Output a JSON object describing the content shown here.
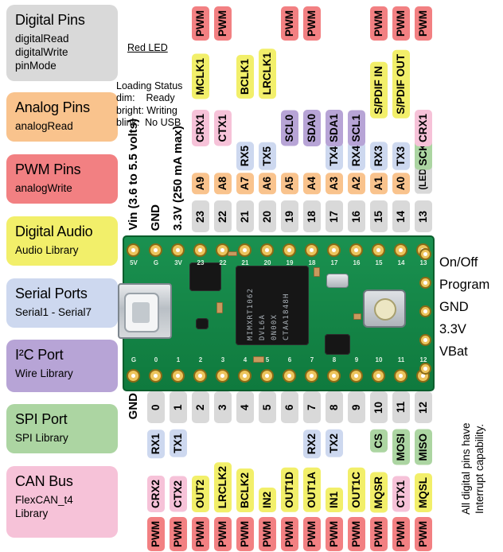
{
  "palette": {
    "digital": "#d9d9d9",
    "analog": "#f9c38d",
    "pwm": "#f28082",
    "audio": "#f2ef6a",
    "serial": "#cdd8ef",
    "i2c": "#b7a4d6",
    "spi": "#acd5a2",
    "can": "#f6c2d8",
    "board": "#128443"
  },
  "legend": [
    {
      "title": "Digital Pins",
      "lines": [
        "digitalRead",
        "digitalWrite",
        "pinMode"
      ],
      "kind": "digital"
    },
    {
      "title": "Analog Pins",
      "lines": [
        "analogRead"
      ],
      "kind": "analog"
    },
    {
      "title": "PWM Pins",
      "lines": [
        "analogWrite"
      ],
      "kind": "pwm"
    },
    {
      "title": "Digital Audio",
      "lines": [
        "Audio Library"
      ],
      "kind": "audio"
    },
    {
      "title": "Serial Ports",
      "lines": [
        "Serial1 - Serial7"
      ],
      "kind": "serial"
    },
    {
      "title": "I²C Port",
      "lines": [
        "Wire Library"
      ],
      "kind": "i2c"
    },
    {
      "title": "SPI Port",
      "lines": [
        "SPI Library"
      ],
      "kind": "spi"
    },
    {
      "title": "CAN Bus",
      "lines": [
        "FlexCAN_t4",
        "Library"
      ],
      "kind": "can"
    }
  ],
  "led_note": {
    "title": "Red LED",
    "lines": [
      "Loading Status",
      "dim:    Ready",
      "bright: Writing",
      "blink:  No USB"
    ]
  },
  "right_labels": [
    "On/Off",
    "Program",
    "GND",
    "3.3V",
    "VBat"
  ],
  "interrupt_note": "All digital pins have\nInterrupt capability.",
  "top_pins": {
    "columns": [
      {
        "pin": "Vin",
        "labels": [
          {
            "t": "Vin (3.6 to 5.5 volts)",
            "k": "plain",
            "b": "num"
          }
        ]
      },
      {
        "pin": "GND",
        "labels": [
          {
            "t": "GND",
            "k": "plain",
            "b": "num"
          }
        ]
      },
      {
        "pin": "3.3V",
        "labels": [
          {
            "t": "3.3V (250 mA max)",
            "k": "plain",
            "b": "num"
          }
        ]
      },
      {
        "pin": "23",
        "labels": [
          {
            "t": "23",
            "k": "num",
            "b": "num"
          },
          {
            "t": "A9",
            "k": "analog",
            "b": "a"
          },
          {
            "t": "CRX1",
            "k": "can",
            "b": "b2"
          },
          {
            "t": "MCLK1",
            "k": "audio",
            "b": "audio"
          },
          {
            "t": "PWM",
            "k": "pwm",
            "b": "pwm"
          }
        ]
      },
      {
        "pin": "22",
        "labels": [
          {
            "t": "22",
            "k": "num",
            "b": "num"
          },
          {
            "t": "A8",
            "k": "analog",
            "b": "a"
          },
          {
            "t": "CTX1",
            "k": "can",
            "b": "b2"
          },
          {
            "t": "PWM",
            "k": "pwm",
            "b": "pwm"
          }
        ]
      },
      {
        "pin": "21",
        "labels": [
          {
            "t": "21",
            "k": "num",
            "b": "num"
          },
          {
            "t": "A7",
            "k": "analog",
            "b": "a"
          },
          {
            "t": "RX5",
            "k": "serial",
            "b": "b1"
          },
          {
            "t": "BCLK1",
            "k": "audio",
            "b": "audio"
          }
        ]
      },
      {
        "pin": "20",
        "labels": [
          {
            "t": "20",
            "k": "num",
            "b": "num"
          },
          {
            "t": "A6",
            "k": "analog",
            "b": "a"
          },
          {
            "t": "TX5",
            "k": "serial",
            "b": "b1"
          },
          {
            "t": "LRCLK1",
            "k": "audio",
            "b": "audio"
          }
        ]
      },
      {
        "pin": "19",
        "labels": [
          {
            "t": "19",
            "k": "num",
            "b": "num"
          },
          {
            "t": "A5",
            "k": "analog",
            "b": "a"
          },
          {
            "t": "SCL0",
            "k": "i2c",
            "b": "b2"
          },
          {
            "t": "PWM",
            "k": "pwm",
            "b": "pwm"
          }
        ]
      },
      {
        "pin": "18",
        "labels": [
          {
            "t": "18",
            "k": "num",
            "b": "num"
          },
          {
            "t": "A4",
            "k": "analog",
            "b": "a"
          },
          {
            "t": "SDA0",
            "k": "i2c",
            "b": "b2"
          },
          {
            "t": "PWM",
            "k": "pwm",
            "b": "pwm"
          }
        ]
      },
      {
        "pin": "17",
        "labels": [
          {
            "t": "17",
            "k": "num",
            "b": "num"
          },
          {
            "t": "A3",
            "k": "analog",
            "b": "a"
          },
          {
            "t": "TX4",
            "k": "serial",
            "b": "b1"
          },
          {
            "t": "SDA1",
            "k": "i2c",
            "b": "b2"
          }
        ]
      },
      {
        "pin": "16",
        "labels": [
          {
            "t": "16",
            "k": "num",
            "b": "num"
          },
          {
            "t": "A2",
            "k": "analog",
            "b": "a"
          },
          {
            "t": "RX4",
            "k": "serial",
            "b": "b1"
          },
          {
            "t": "SCL1",
            "k": "i2c",
            "b": "b2"
          }
        ]
      },
      {
        "pin": "15",
        "labels": [
          {
            "t": "15",
            "k": "num",
            "b": "num"
          },
          {
            "t": "A1",
            "k": "analog",
            "b": "a"
          },
          {
            "t": "RX3",
            "k": "serial",
            "b": "b1"
          },
          {
            "t": "S/PDIF IN",
            "k": "audio",
            "b": "spdif"
          },
          {
            "t": "PWM",
            "k": "pwm",
            "b": "pwm"
          }
        ]
      },
      {
        "pin": "14",
        "labels": [
          {
            "t": "14",
            "k": "num",
            "b": "num"
          },
          {
            "t": "A0",
            "k": "analog",
            "b": "a"
          },
          {
            "t": "TX3",
            "k": "serial",
            "b": "b1"
          },
          {
            "t": "S/PDIF OUT",
            "k": "audio",
            "b": "spdif"
          },
          {
            "t": "PWM",
            "k": "pwm",
            "b": "pwm"
          }
        ]
      },
      {
        "pin": "13",
        "labels": [
          {
            "t": "13",
            "k": "num",
            "b": "num"
          },
          {
            "t": "(LED)",
            "k": "led",
            "b": "a"
          },
          {
            "t": "SCK",
            "k": "spi",
            "b": "b1"
          },
          {
            "t": "CRX1",
            "k": "can",
            "b": "b2"
          },
          {
            "t": "PWM",
            "k": "pwm",
            "b": "pwm"
          }
        ]
      }
    ]
  },
  "bottom_pins": {
    "columns": [
      {
        "pin": "GND",
        "labels": [
          {
            "t": "GND",
            "k": "plain",
            "b": "num"
          }
        ]
      },
      {
        "pin": "0",
        "labels": [
          {
            "t": "0",
            "k": "num",
            "b": "num"
          },
          {
            "t": "RX1",
            "k": "serial",
            "b": "b1"
          },
          {
            "t": "CRX2",
            "k": "can",
            "b": "fn"
          },
          {
            "t": "PWM",
            "k": "pwm",
            "b": "pwm"
          }
        ]
      },
      {
        "pin": "1",
        "labels": [
          {
            "t": "1",
            "k": "num",
            "b": "num"
          },
          {
            "t": "TX1",
            "k": "serial",
            "b": "b1"
          },
          {
            "t": "CTX2",
            "k": "can",
            "b": "fn"
          },
          {
            "t": "PWM",
            "k": "pwm",
            "b": "pwm"
          }
        ]
      },
      {
        "pin": "2",
        "labels": [
          {
            "t": "2",
            "k": "num",
            "b": "num"
          },
          {
            "t": "OUT2",
            "k": "audio",
            "b": "fn"
          },
          {
            "t": "PWM",
            "k": "pwm",
            "b": "pwm"
          }
        ]
      },
      {
        "pin": "3",
        "labels": [
          {
            "t": "3",
            "k": "num",
            "b": "num"
          },
          {
            "t": "LRCLK2",
            "k": "audio",
            "b": "fn"
          },
          {
            "t": "PWM",
            "k": "pwm",
            "b": "pwm"
          }
        ]
      },
      {
        "pin": "4",
        "labels": [
          {
            "t": "4",
            "k": "num",
            "b": "num"
          },
          {
            "t": "BCLK2",
            "k": "audio",
            "b": "fn"
          },
          {
            "t": "PWM",
            "k": "pwm",
            "b": "pwm"
          }
        ]
      },
      {
        "pin": "5",
        "labels": [
          {
            "t": "5",
            "k": "num",
            "b": "num"
          },
          {
            "t": "IN2",
            "k": "audio",
            "b": "fn"
          },
          {
            "t": "PWM",
            "k": "pwm",
            "b": "pwm"
          }
        ]
      },
      {
        "pin": "6",
        "labels": [
          {
            "t": "6",
            "k": "num",
            "b": "num"
          },
          {
            "t": "OUT1D",
            "k": "audio",
            "b": "fn"
          },
          {
            "t": "PWM",
            "k": "pwm",
            "b": "pwm"
          }
        ]
      },
      {
        "pin": "7",
        "labels": [
          {
            "t": "7",
            "k": "num",
            "b": "num"
          },
          {
            "t": "RX2",
            "k": "serial",
            "b": "b1"
          },
          {
            "t": "OUT1A",
            "k": "audio",
            "b": "fn"
          },
          {
            "t": "PWM",
            "k": "pwm",
            "b": "pwm"
          }
        ]
      },
      {
        "pin": "8",
        "labels": [
          {
            "t": "8",
            "k": "num",
            "b": "num"
          },
          {
            "t": "TX2",
            "k": "serial",
            "b": "b1"
          },
          {
            "t": "IN1",
            "k": "audio",
            "b": "fn"
          },
          {
            "t": "PWM",
            "k": "pwm",
            "b": "pwm"
          }
        ]
      },
      {
        "pin": "9",
        "labels": [
          {
            "t": "9",
            "k": "num",
            "b": "num"
          },
          {
            "t": "OUT1C",
            "k": "audio",
            "b": "fn"
          },
          {
            "t": "PWM",
            "k": "pwm",
            "b": "pwm"
          }
        ]
      },
      {
        "pin": "10",
        "labels": [
          {
            "t": "10",
            "k": "num",
            "b": "num"
          },
          {
            "t": "CS",
            "k": "spi",
            "b": "b1"
          },
          {
            "t": "MQSR",
            "k": "audio",
            "b": "fn"
          },
          {
            "t": "PWM",
            "k": "pwm",
            "b": "pwm"
          }
        ]
      },
      {
        "pin": "11",
        "labels": [
          {
            "t": "11",
            "k": "num",
            "b": "num"
          },
          {
            "t": "MOSI",
            "k": "spi",
            "b": "b1"
          },
          {
            "t": "CTX1",
            "k": "can",
            "b": "fn"
          },
          {
            "t": "PWM",
            "k": "pwm",
            "b": "pwm"
          }
        ]
      },
      {
        "pin": "12",
        "labels": [
          {
            "t": "12",
            "k": "num",
            "b": "num"
          },
          {
            "t": "MISO",
            "k": "spi",
            "b": "b1"
          },
          {
            "t": "MQSL",
            "k": "audio",
            "b": "fn"
          },
          {
            "t": "PWM",
            "k": "pwm",
            "b": "pwm"
          }
        ]
      }
    ]
  },
  "board": {
    "chip_lines": [
      "MIMXRT1062",
      "DVL6A",
      "0N00X",
      "CTAA1848H"
    ],
    "silk_top": [
      "5V",
      "G",
      "3V",
      "23",
      "22",
      "21",
      "20",
      "19",
      "18",
      "17",
      "16",
      "15",
      "14",
      "13"
    ],
    "silk_bottom": [
      "G",
      "0",
      "1",
      "2",
      "3",
      "4",
      "5",
      "6",
      "7",
      "8",
      "9",
      "10",
      "11",
      "12"
    ]
  }
}
